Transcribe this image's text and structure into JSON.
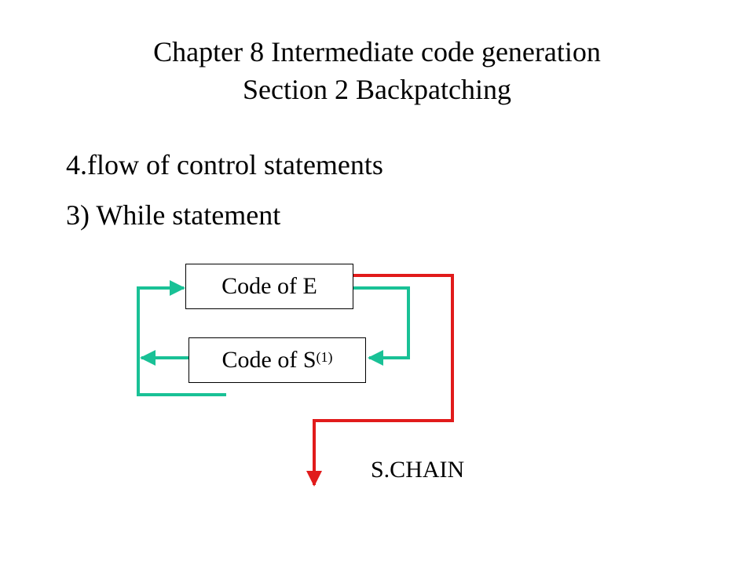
{
  "title": {
    "line1": "Chapter 8 Intermediate code generation",
    "line2": "Section 2 Backpatching"
  },
  "body": {
    "heading": "4.flow of control statements",
    "subheading": "3) While statement"
  },
  "diagram": {
    "box_e_label": "Code of  E",
    "box_s_label": "Code of  S",
    "box_s_superscript": "(1)",
    "chain_label": "S.CHAIN",
    "colors": {
      "loop_arrows": "#19c196",
      "exit_arrow": "#e11b1b",
      "box_border": "#000000"
    }
  }
}
